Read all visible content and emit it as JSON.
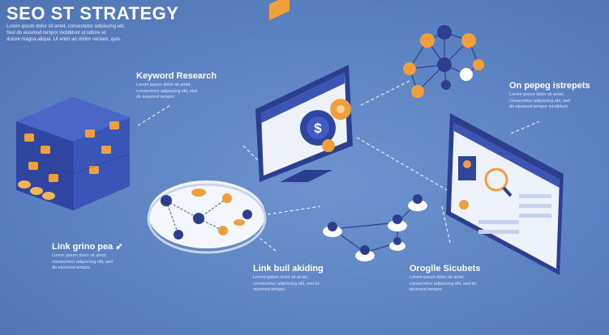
{
  "title": "SEO ST STRATEGY",
  "intro": [
    "Lorem ipsum dolor sit amet, consectetur adipiscing elit.",
    "Sed do eiusmod tempor incididunt ut labore et",
    "dolore magna aliqua. Ut enim ad minim veniam, quis."
  ],
  "sections": {
    "keyword": {
      "label": "Keyword Research",
      "desc": [
        "Lorem ipsum dolor sit amet,",
        "consectetur adipiscing elit, sed",
        "do eiusmod tempor."
      ]
    },
    "onpage": {
      "label": "On pepeg istrepets",
      "desc": [
        "Lorem ipsum dolor sit amet,",
        "consectetur adipiscing elit, sed",
        "do eiusmod tempor incididunt."
      ]
    },
    "linkgrino": {
      "label": "Link grino pea ",
      "desc": [
        "Lorem ipsum dolor sit amet,",
        "consectetur adipiscing elit, sed",
        "do eiusmod tempor."
      ]
    },
    "linkbuild": {
      "label": "Link buil akiding",
      "desc": [
        "Lorem ipsum dolor sit amet,",
        "consectetur adipiscing elit, sed do",
        "eiusmod tempor."
      ]
    },
    "oroglie": {
      "label": "Oroglle Sicubets",
      "desc": [
        "Lorem ipsum dolor sit amet,",
        "consectetur adipiscing elit, sed do",
        "eiusmod tempor."
      ]
    }
  },
  "colors": {
    "background": "#5b82c2",
    "navy": "#2c3f8f",
    "orange": "#f0a03a",
    "white": "#ffffff"
  },
  "icons": [
    "dollar-icon",
    "gear-icon",
    "user-icon",
    "search-icon",
    "network-icon",
    "arrow-icon"
  ]
}
